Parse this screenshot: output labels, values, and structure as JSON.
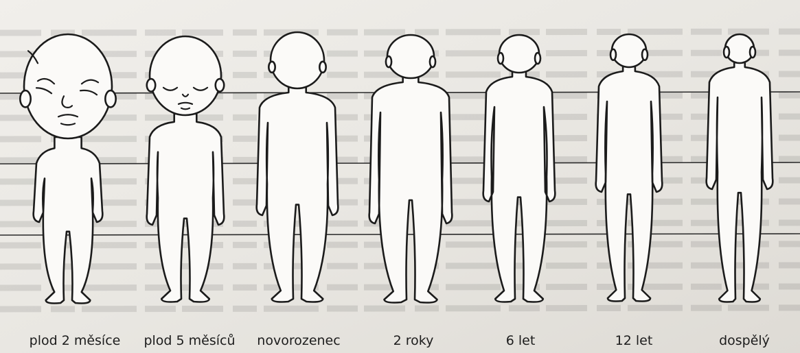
{
  "figure": {
    "stages": [
      {
        "id": "fetus-2m",
        "label": "plod 2 měsíce"
      },
      {
        "id": "fetus-5m",
        "label": "plod 5 měsíců"
      },
      {
        "id": "newborn",
        "label": "novorozenec"
      },
      {
        "id": "age-2",
        "label": "2 roky"
      },
      {
        "id": "age-6",
        "label": "6 let"
      },
      {
        "id": "age-12",
        "label": "12 let"
      },
      {
        "id": "adult",
        "label": "dospělý"
      }
    ]
  }
}
